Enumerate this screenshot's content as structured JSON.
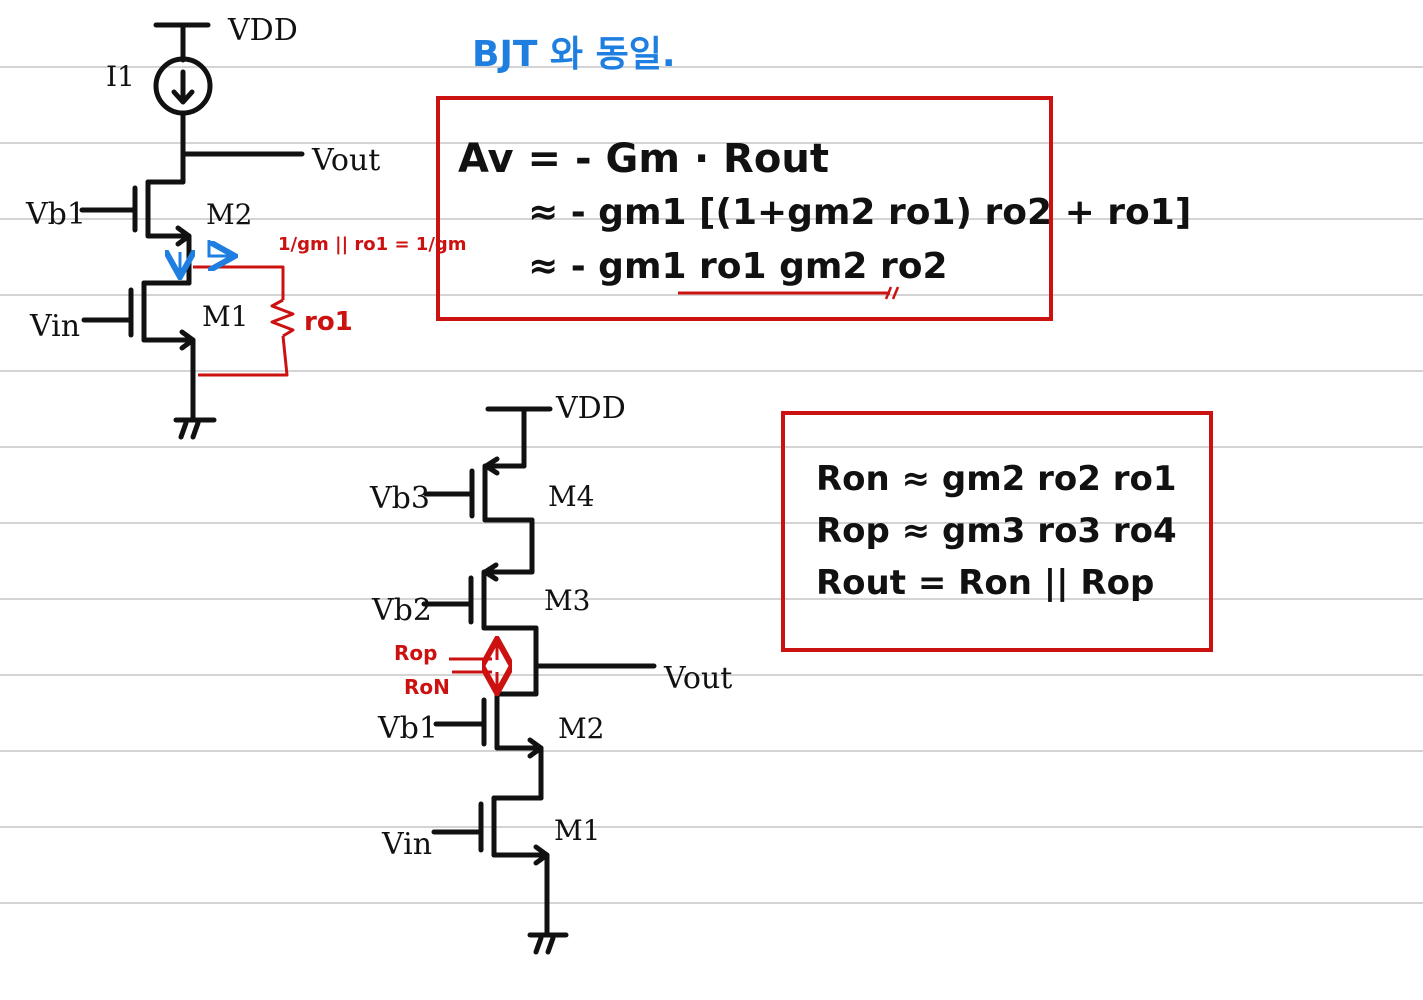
{
  "heading": "BJT 와 동일.",
  "circuit1": {
    "vdd": "VDD",
    "current_source": "I1",
    "vout": "Vout",
    "vb1": "Vb1",
    "vin": "Vin",
    "m2": "M2",
    "m1": "M1",
    "ro1": "ro1",
    "note": "1/gm || ro1 = 1/gm"
  },
  "gain_box": {
    "line1": "Av = - Gm · Rout",
    "line2": "≈ - gm1 [(1+gm2 ro1) ro2 + ro1]",
    "line3": "≈ - gm1 ro1 gm2 ro2"
  },
  "circuit2": {
    "vdd": "VDD",
    "vb3": "Vb3",
    "vb2": "Vb2",
    "vb1": "Vb1",
    "vin": "Vin",
    "m4": "M4",
    "m3": "M3",
    "m2": "M2",
    "m1": "M1",
    "vout": "Vout",
    "rop": "Rop",
    "ron": "RoN"
  },
  "rout_box": {
    "line1": "Ron ≈ gm2 ro2 ro1",
    "line2": "Rop ≈ gm3 ro3 ro4",
    "line3": "Rout = Ron || Rop"
  },
  "colors": {
    "ink": "#111111",
    "red": "#cc1111",
    "blue": "#1e7fe0",
    "rule": "#d4d4d4"
  }
}
